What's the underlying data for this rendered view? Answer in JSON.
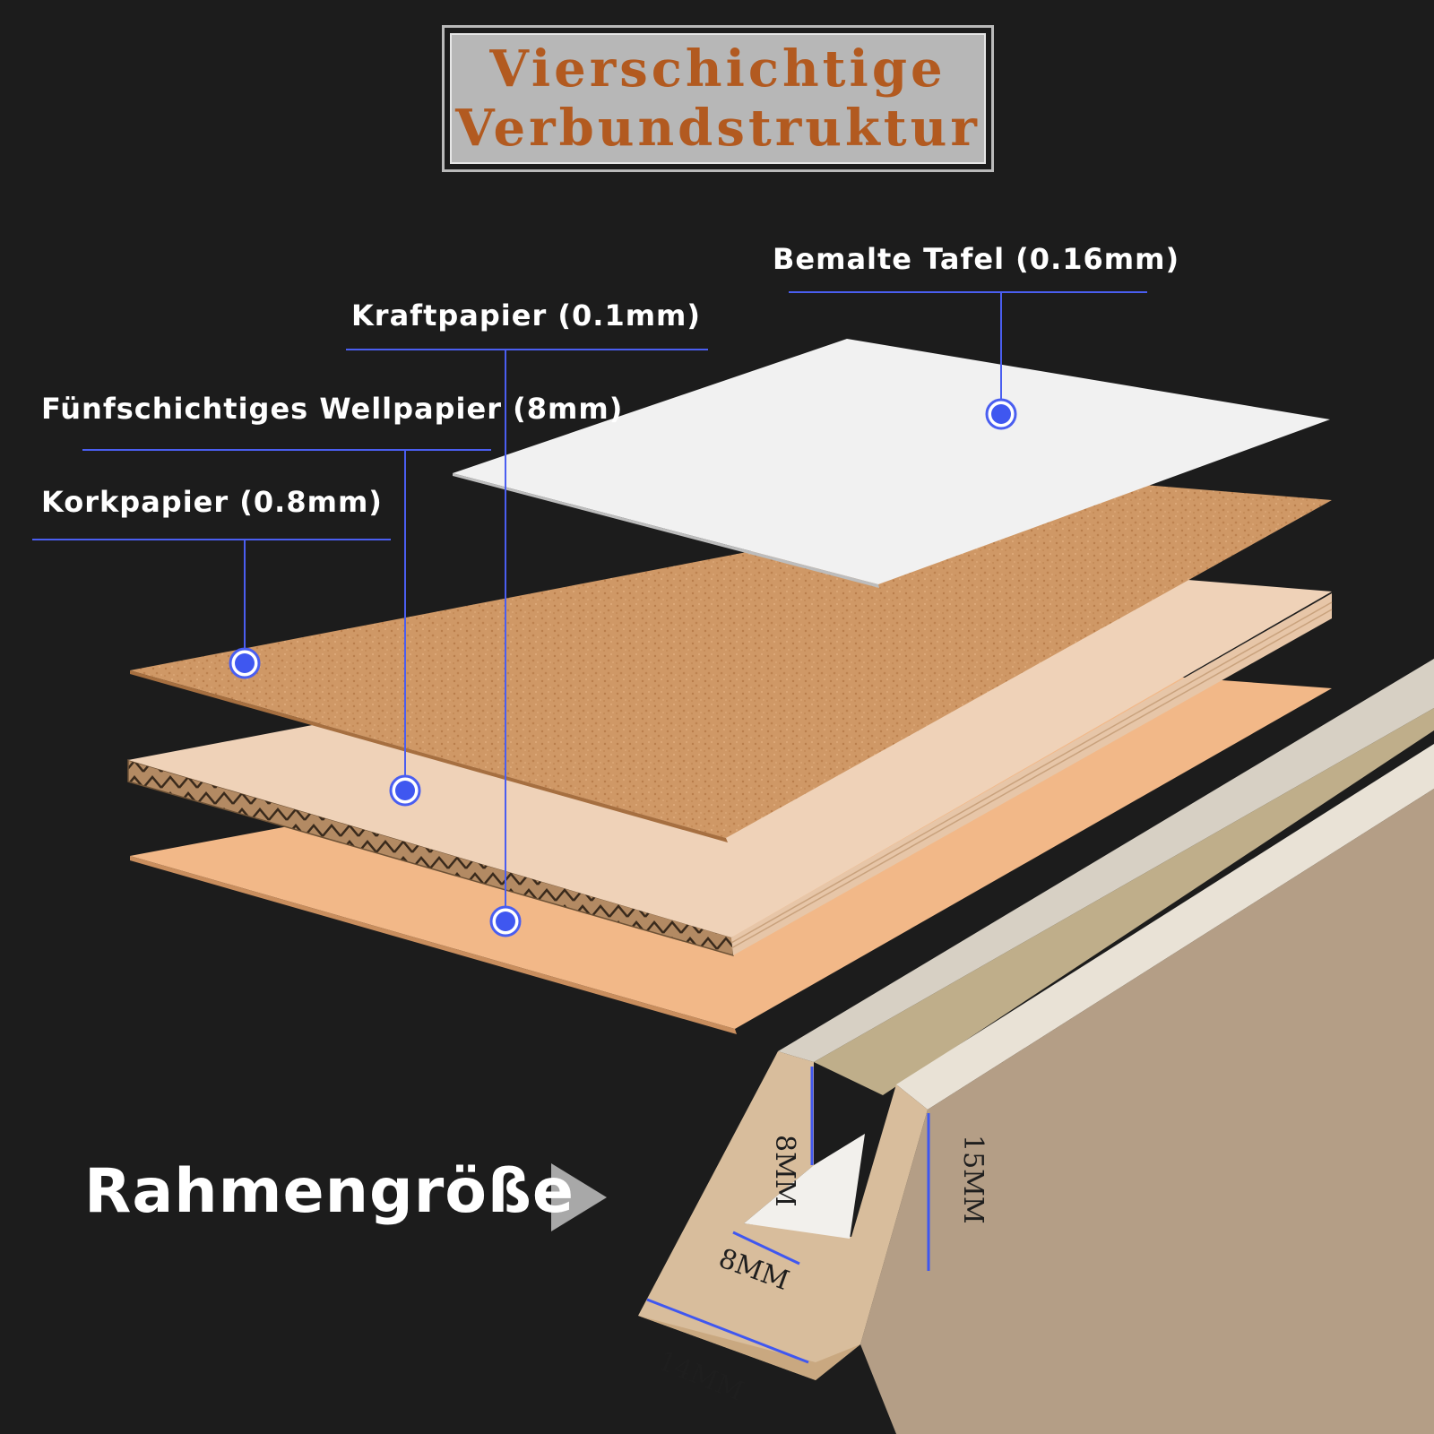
{
  "title": {
    "line1": "Vierschichtige",
    "line2": "Verbundstruktur"
  },
  "layers": [
    {
      "label": "Bemalte Tafel (0.16mm)"
    },
    {
      "label": "Kraftpapier (0.1mm)"
    },
    {
      "label": "Fünfschichtiges Wellpapier (8mm)"
    },
    {
      "label": "Korkpapier (0.8mm)"
    }
  ],
  "frame": {
    "label": "Rahmengröße",
    "arrow_icon": "triangle-right-icon",
    "dimensions": {
      "inner_height": "8MM",
      "inner_width": "8MM",
      "outer_width": "14MM",
      "outer_height": "15MM"
    }
  },
  "colors": {
    "background": "#1c1c1c",
    "title_text": "#b25a20",
    "title_box": "#b7b7b7",
    "leader_line": "#4a5ef0",
    "painted_board": "#f1f1f1",
    "cork": "#cf9866",
    "corrugated": "#efd2b8",
    "kraft": "#f2b888"
  }
}
